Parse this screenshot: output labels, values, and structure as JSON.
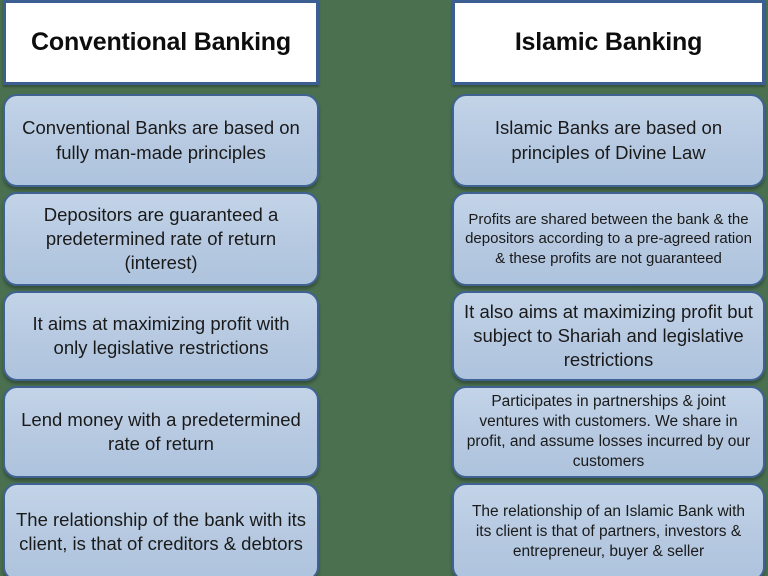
{
  "slide": {
    "background_color": "#4a7050",
    "box_fill_color": "#b8cce4",
    "box_border_color": "#3f6293",
    "header_fill_color": "#ffffff",
    "header_border_color": "#3c5f93",
    "text_color": "#1a1a1a"
  },
  "columns": [
    {
      "header": "Conventional Banking",
      "items": [
        "Conventional Banks are based on fully man-made principles",
        "Depositors are guaranteed a predetermined rate of return (interest)",
        "It aims at maximizing profit with only legislative restrictions",
        "Lend money with a predetermined rate of return",
        "The relationship of the bank with its client, is that of creditors & debtors"
      ]
    },
    {
      "header": "Islamic Banking",
      "items": [
        "Islamic Banks are based on principles of Divine Law",
        "Profits are shared between the bank & the depositors according to a pre-agreed ration & these profits are not guaranteed",
        "It also aims at maximizing profit but subject to Shariah and legislative restrictions",
        "Participates in partnerships & joint ventures with customers. We share in profit, and assume losses incurred by our customers",
        "The relationship of an Islamic Bank with its client is that of partners, investors & entrepreneur, buyer & seller"
      ]
    }
  ]
}
